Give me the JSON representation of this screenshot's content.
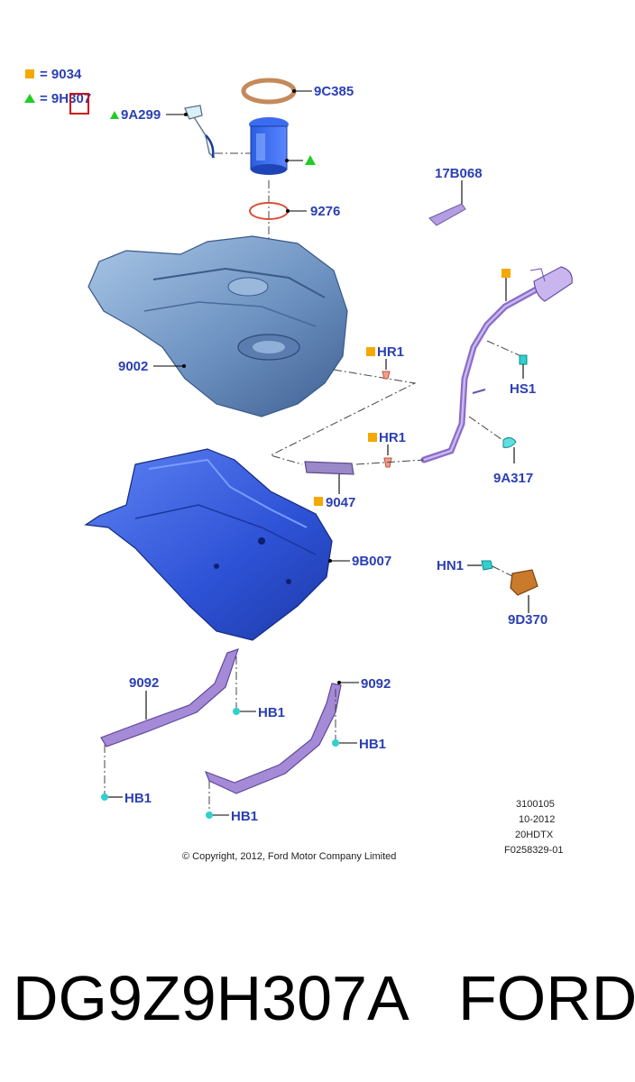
{
  "legend": [
    {
      "symbol": "square",
      "color": "#f5a800",
      "text": "= 9034"
    },
    {
      "symbol": "triangle",
      "color": "#22cc22",
      "text": "= 9H307"
    }
  ],
  "callouts": {
    "9C385": "9C385",
    "9A299": "9A299",
    "9276": "9276",
    "17B068": "17B068",
    "9002": "9002",
    "HR1_upper": "HR1",
    "HR1_lower": "HR1",
    "HS1": "HS1",
    "9A317": "9A317",
    "9047": "9047",
    "9B007": "9B007",
    "HN1": "HN1",
    "9D370": "9D370",
    "9092_left": "9092",
    "9092_right": "9092",
    "HB1_a": "HB1",
    "HB1_b": "HB1",
    "HB1_c": "HB1",
    "HB1_d": "HB1"
  },
  "meta": [
    "3100105",
    "10-2012",
    "20HDTX",
    "F0258329-01"
  ],
  "copyright": "© Copyright, 2012, Ford Motor Company Limited",
  "part_number": "DG9Z9H307A",
  "brand": "FORD",
  "colors": {
    "label": "#2b3fb3",
    "tank": "#7fa6d0",
    "shield": "#3a5fe0",
    "strap": "#a58ad8",
    "clip": "#2fd0d0",
    "connector": "#c97a2a",
    "highlight_box": "#cc1111"
  }
}
